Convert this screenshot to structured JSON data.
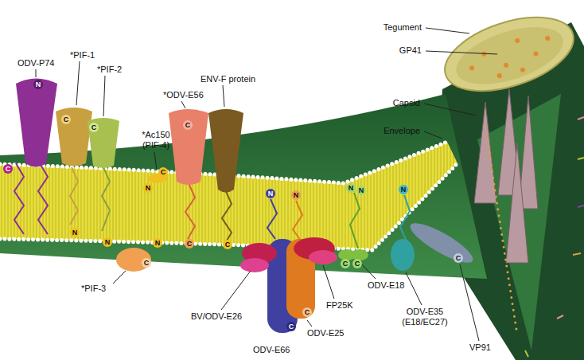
{
  "diagram": {
    "labels": [
      "ODV-P74",
      "*PIF-1",
      "*PIF-2",
      "*Ac150 (PIF-4)",
      "*ODV-E56",
      "ENV-F protein",
      "Tegument",
      "GP41",
      "Capsid",
      "Envelope",
      "*PIF-3",
      "BV/ODV-E26",
      "ODV-E66",
      "ODV-E25",
      "FP25K",
      "ODV-E18",
      "ODV-E35 (E18/EC27)",
      "VP91",
      "N",
      "C",
      "C",
      "C",
      "N",
      "N",
      "C",
      "N",
      "N",
      "C",
      "C",
      "C",
      "C",
      "N",
      "N",
      "C",
      "C",
      "N",
      "N",
      "C",
      "C",
      "N",
      "C"
    ]
  }
}
